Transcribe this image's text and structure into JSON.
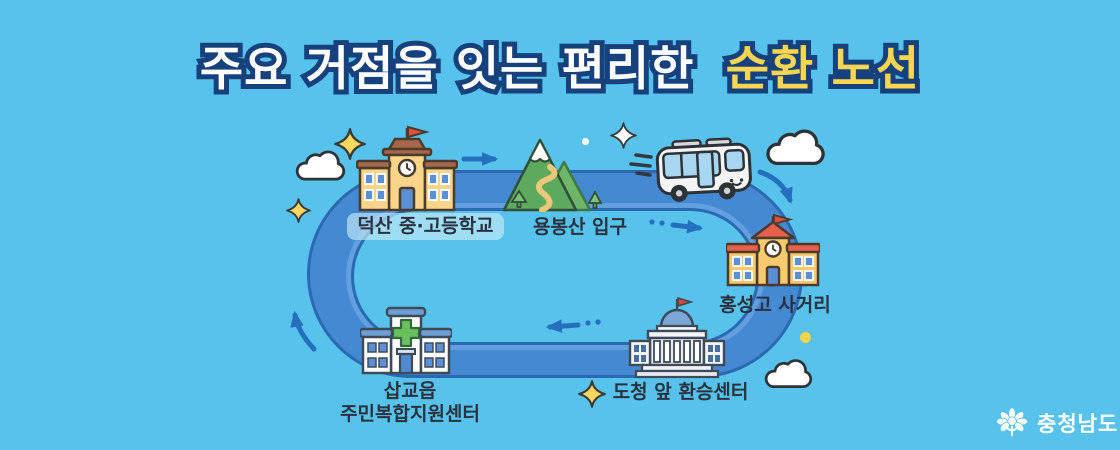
{
  "title": {
    "main": "주요 거점을 잇는 편리한",
    "highlight": "순환 노선"
  },
  "route": {
    "type": "circular-loop",
    "direction": "clockwise",
    "vehicle": {
      "icon": "shuttle-bus-icon"
    },
    "stops": [
      {
        "label": "덕산 중·고등학교",
        "icon": "school-icon"
      },
      {
        "label": "용봉산 입구",
        "icon": "mountain-icon"
      },
      {
        "label": "홍성고 사거리",
        "icon": "school-icon"
      },
      {
        "label": "도청 앞 환승센터",
        "icon": "government-building-icon"
      },
      {
        "label": "삽교읍\n주민복합지원센터",
        "icon": "community-center-icon"
      }
    ]
  },
  "footer": {
    "org_name": "충청남도",
    "logo_icon": "chungnam-flower-logo-icon"
  },
  "decorations": [
    "cloud-icon",
    "sparkle-icon",
    "speed-lines-icon"
  ],
  "colors": {
    "background": "#57c2eb",
    "route_band": "#4589d2",
    "route_outline": "#2b6ab2",
    "title_text": "#ffffff",
    "title_highlight": "#f9d64f",
    "title_outline": "#17417d",
    "label_text": "#2a3140",
    "arrow": "#2470bd"
  }
}
